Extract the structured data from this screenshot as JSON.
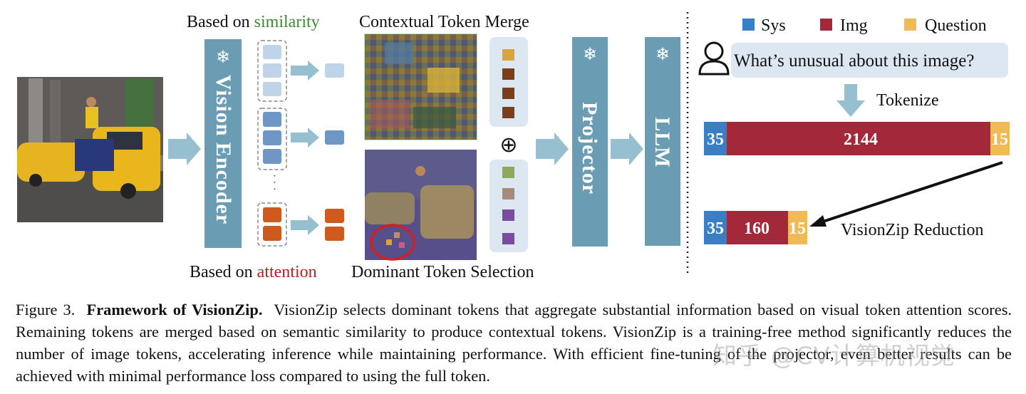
{
  "labels": {
    "based_on_prefix_top": "Based on ",
    "similarity_word": "similarity",
    "based_on_prefix_bottom": "Based on ",
    "attention_word": "attention",
    "contextual_merge": "Contextual Token Merge",
    "dominant_selection": "Dominant Token Selection",
    "vision_encoder": "Vision Encoder",
    "projector": "Projector",
    "llm": "LLM",
    "plus_symbol": "⊕",
    "ellipsis": "·  ·  ·"
  },
  "legend": {
    "items": [
      {
        "label": "Sys",
        "color": "#3a7ec4"
      },
      {
        "label": "Img",
        "color": "#a3283a"
      },
      {
        "label": "Question",
        "color": "#f0bb55"
      }
    ]
  },
  "question": "What’s unusual about this image?",
  "tokenize_label": "Tokenize",
  "full_bar": {
    "sys": "35",
    "img": "2144",
    "question": "15"
  },
  "reduced_bar": {
    "sys": "35",
    "img": "160",
    "question": "15"
  },
  "reduction_label": "VisionZip Reduction",
  "colors": {
    "block": "#6a9db4",
    "arrow": "#96bfcf",
    "similarity": "#3c8a32",
    "attention": "#b22222",
    "sys": "#3a7ec4",
    "img": "#a3283a",
    "question": "#f0bb55"
  },
  "caption": {
    "figure_label": "Figure 3.",
    "title": "Framework of VisionZip.",
    "body": "VisionZip  selects dominant tokens that aggregate substantial information based on visual token attention scores. Remaining tokens are merged based on semantic similarity to produce contextual tokens.  VisionZip is a training-free method significantly reduces the number of image tokens, accelerating inference while maintaining performance. With efficient fine-tuning of the projector, even better results can be achieved with minimal performance loss compared to using the full token."
  },
  "watermark": "知乎 @CV计算机视觉"
}
